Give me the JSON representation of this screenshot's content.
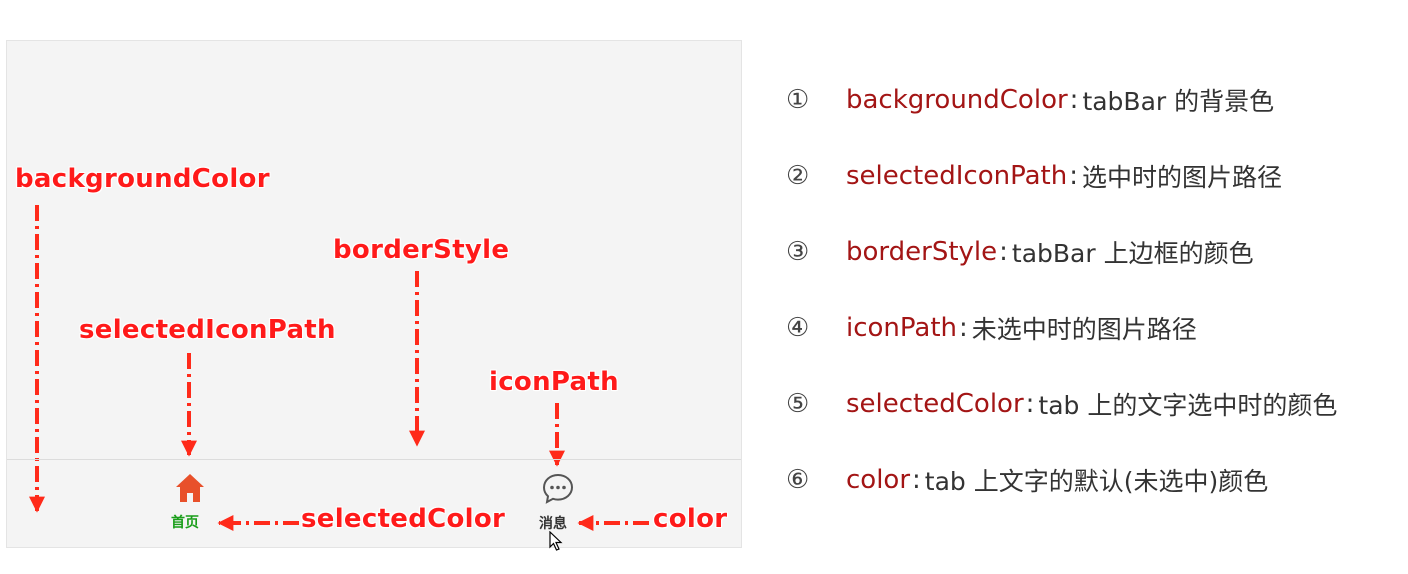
{
  "diagram": {
    "labels": {
      "background_color": "backgroundColor",
      "border_style": "borderStyle",
      "selected_icon_path": "selectedIconPath",
      "icon_path": "iconPath",
      "selected_color": "selectedColor",
      "color": "color"
    },
    "tabs": [
      {
        "text": "首页",
        "icon": "home-icon",
        "color": "#1a9e1a",
        "selected": true
      },
      {
        "text": "消息",
        "icon": "chat-bubble-icon",
        "color": "#333333",
        "selected": false
      }
    ],
    "colors": {
      "label": "#ff1a1a",
      "arrow": "#ff2a1a",
      "selected_icon": "#e8502a",
      "selected_text": "#1a9e1a",
      "icon": "#555555",
      "text": "#333333"
    }
  },
  "legend": {
    "items": [
      {
        "num": "①",
        "prop": "backgroundColor",
        "sep": ":",
        "desc": "tabBar 的背景色"
      },
      {
        "num": "②",
        "prop": "selectedIconPath",
        "sep": ":",
        "desc": "选中时的图片路径"
      },
      {
        "num": "③",
        "prop": "borderStyle",
        "sep": ":",
        "desc": "tabBar 上边框的颜色"
      },
      {
        "num": "④",
        "prop": "iconPath",
        "sep": ":",
        "desc": "未选中时的图片路径"
      },
      {
        "num": "⑤",
        "prop": "selectedColor",
        "sep": ":",
        "desc": "tab 上的文字选中时的颜色"
      },
      {
        "num": "⑥",
        "prop": "color",
        "sep": ":",
        "desc": "tab 上文字的默认(未选中)颜色"
      }
    ],
    "colors": {
      "prop": "#a31515",
      "text": "#333333"
    }
  }
}
